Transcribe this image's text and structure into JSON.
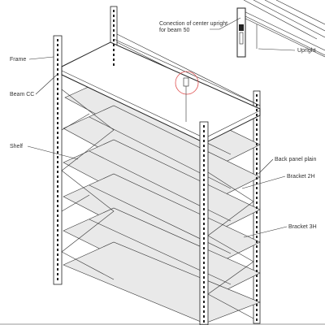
{
  "callout": {
    "text_line1": "Conection of center upright",
    "text_line2": "for beam 50",
    "highlight_color": "#e05050"
  },
  "labels": {
    "frame": "Frame",
    "beam_cc": "Beam CC",
    "shelf": "Shelf",
    "upright": "Upright",
    "back_panel": "Back panel plain",
    "bracket_2h": "Bracket 2H",
    "bracket_3h": "Bracket 3H"
  }
}
